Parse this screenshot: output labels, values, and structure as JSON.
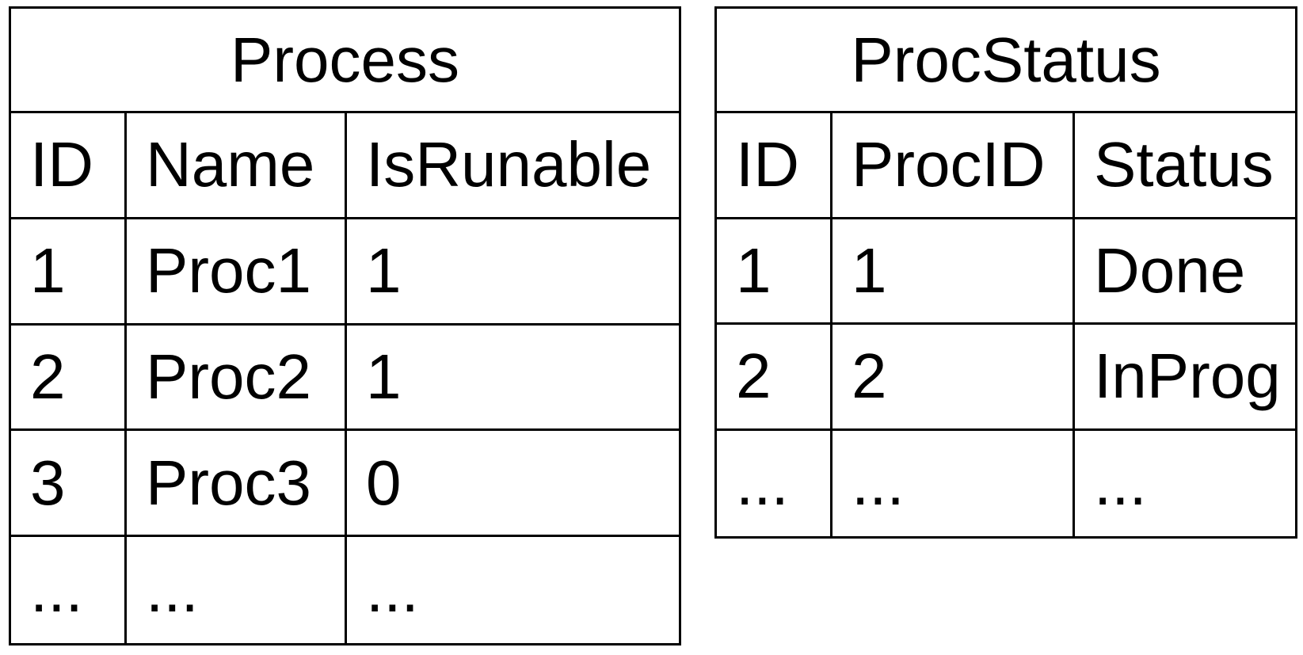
{
  "colors": {
    "background": "#ffffff",
    "border": "#000000",
    "text": "#000000"
  },
  "tables": [
    {
      "title": "Process",
      "columns": [
        "ID",
        "Name",
        "IsRunable"
      ],
      "rows": [
        [
          "1",
          "Proc1",
          "1"
        ],
        [
          "2",
          "Proc2",
          "1"
        ],
        [
          "3",
          "Proc3",
          "0"
        ],
        [
          "...",
          "...",
          "..."
        ]
      ]
    },
    {
      "title": "ProcStatus",
      "columns": [
        "ID",
        "ProcID",
        "Status"
      ],
      "rows": [
        [
          "1",
          "1",
          "Done"
        ],
        [
          "2",
          "2",
          "InProg"
        ],
        [
          "...",
          "...",
          "..."
        ]
      ]
    }
  ]
}
